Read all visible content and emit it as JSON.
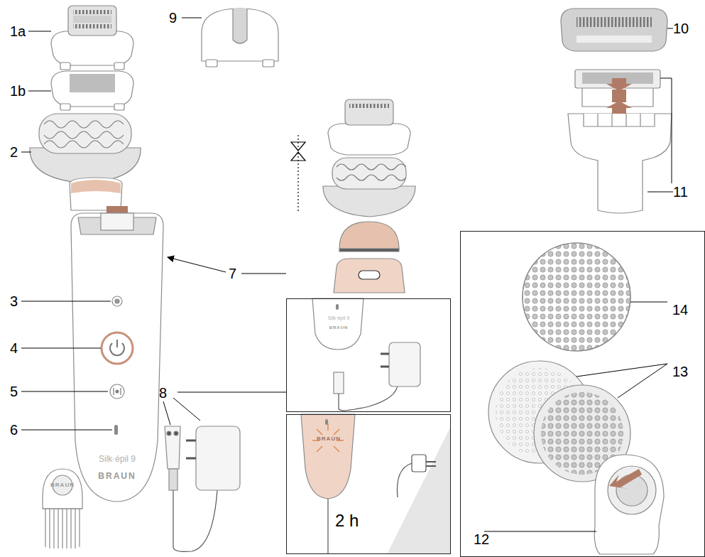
{
  "diagram": {
    "nodes": [
      {
        "text": [
          "Silk·épil 9",
          "BRAUN"
        ]
      },
      {
        "text": [
          "BRAUN",
          "2 h"
        ]
      },
      {
        "text": [
          "14",
          "13",
          "12"
        ]
      }
    ],
    "labels": [
      "1a",
      "1b",
      "2",
      "3",
      "4",
      "5",
      "6",
      "Silk·épil 9",
      "BRAUN",
      "BRAUN",
      "7",
      "8",
      "9",
      "10",
      "11"
    ]
  }
}
